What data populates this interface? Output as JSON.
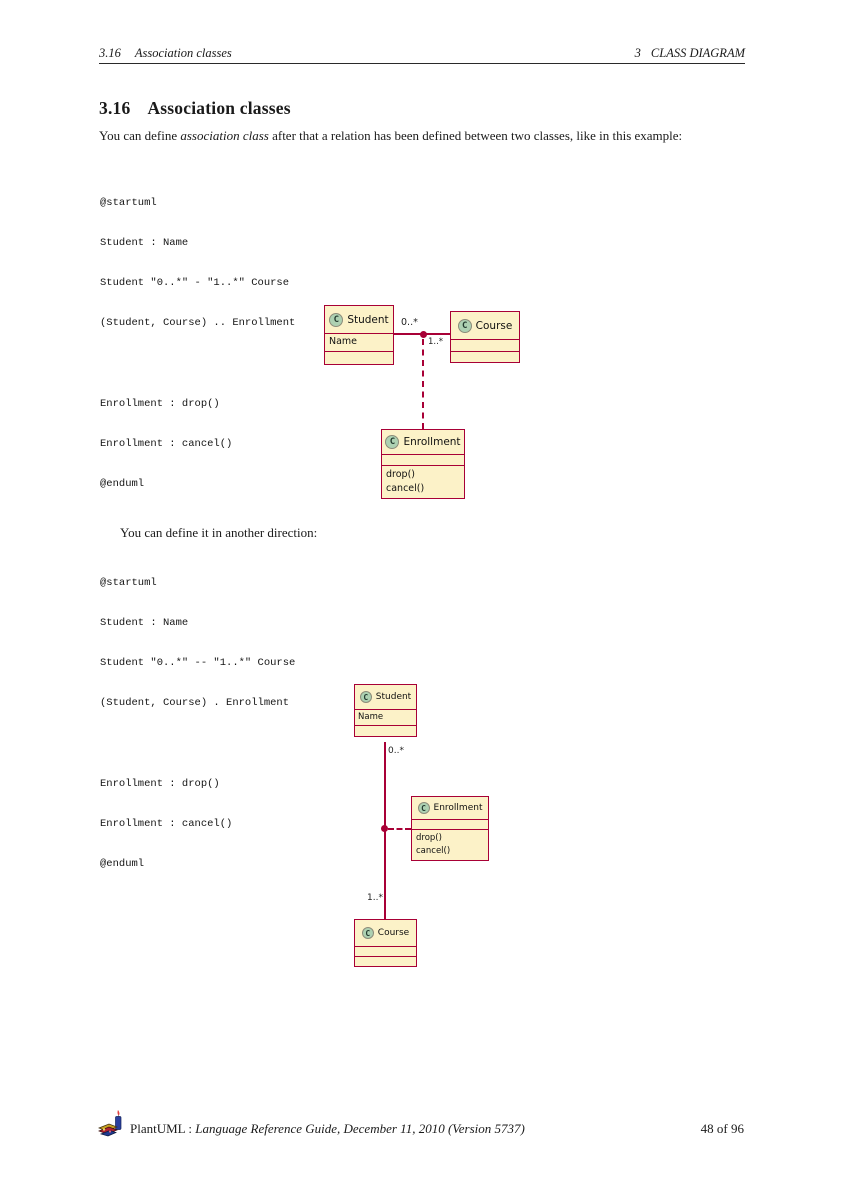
{
  "header": {
    "left_num": "3.16",
    "left_title": "Association classes",
    "right_num": "3",
    "right_title": "CLASS DIAGRAM"
  },
  "section": {
    "number": "3.16",
    "title": "Association classes"
  },
  "intro": {
    "pre": "You can define ",
    "italic": "association class",
    "post": " after that a relation has been defined between two classes, like in this example:"
  },
  "second_para": "You can define it in another direction:",
  "code1": {
    "lines": [
      "@startuml",
      "Student : Name",
      "Student \"0..*\" - \"1..*\" Course",
      "(Student, Course) .. Enrollment",
      "",
      "Enrollment : drop()",
      "Enrollment : cancel()",
      "@enduml"
    ]
  },
  "code2": {
    "lines": [
      "@startuml",
      "Student : Name",
      "Student \"0..*\" -- \"1..*\" Course",
      "(Student, Course) . Enrollment",
      "",
      "Enrollment : drop()",
      "Enrollment : cancel()",
      "@enduml"
    ]
  },
  "uml": {
    "circle_letter": "C"
  },
  "diagram1": {
    "student": {
      "name": "Student",
      "attribute": "Name"
    },
    "course": {
      "name": "Course"
    },
    "enrollment": {
      "name": "Enrollment",
      "method1": "drop()",
      "method2": "cancel()"
    },
    "label_left": "0..*",
    "label_right": "1..*"
  },
  "diagram2": {
    "student": {
      "name": "Student",
      "attribute": "Name"
    },
    "course": {
      "name": "Course"
    },
    "enrollment": {
      "name": "Enrollment",
      "method1": "drop()",
      "method2": "cancel()"
    },
    "label_top": "0..*",
    "label_bottom": "1..*"
  },
  "footer": {
    "brand": "PlantUML :",
    "doc_title": "Language Reference Guide, December 11, 2010 (Version 5737)",
    "page_number": "48 of 96"
  },
  "colors": {
    "class_fill": "#FCF2C8",
    "class_border": "#A80036",
    "circle_fill": "#ADD1B2",
    "connector": "#A80036"
  }
}
